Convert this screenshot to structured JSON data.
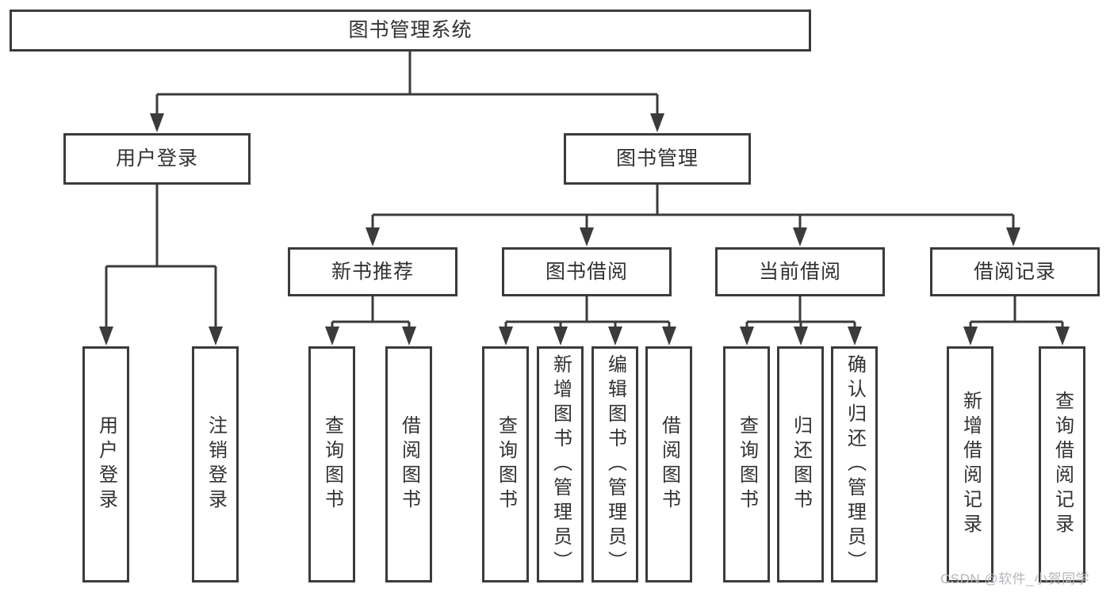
{
  "tree": {
    "root": {
      "label": "图书管理系统",
      "children": [
        {
          "label": "用户登录",
          "children": [
            {
              "label": "用户登录"
            },
            {
              "label": "注销登录"
            }
          ]
        },
        {
          "label": "图书管理",
          "children": [
            {
              "label": "新书推荐",
              "children": [
                {
                  "label": "查询图书"
                },
                {
                  "label": "借阅图书"
                }
              ]
            },
            {
              "label": "图书借阅",
              "children": [
                {
                  "label": "查询图书"
                },
                {
                  "label": "新增图书（管理员）"
                },
                {
                  "label": "编辑图书（管理员）"
                },
                {
                  "label": "借阅图书"
                }
              ]
            },
            {
              "label": "当前借阅",
              "children": [
                {
                  "label": "查询图书"
                },
                {
                  "label": "归还图书"
                },
                {
                  "label": "确认归还（管理员）"
                }
              ]
            },
            {
              "label": "借阅记录",
              "children": [
                {
                  "label": "新增借阅记录"
                },
                {
                  "label": "查询借阅记录"
                }
              ]
            }
          ]
        }
      ]
    }
  },
  "watermark": {
    "text": "CSDN @软件_小贺同学"
  },
  "colors": {
    "line": "#3b3b3b",
    "text": "#323232",
    "background": "#ffffff",
    "watermark": "#b6b6bc"
  }
}
